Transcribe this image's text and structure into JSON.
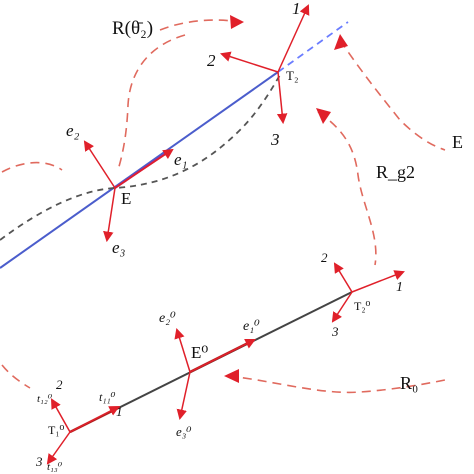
{
  "labels": {
    "r_theta2": "R(θ̄₂)",
    "t2_axis1": "1",
    "t2_axis2": "2",
    "t2_axis3": "3",
    "T2": "T₂",
    "E_right": "E",
    "Rg2": "R_g2",
    "e1": "e₁",
    "e2": "e₂",
    "e3": "e₃",
    "E": "E",
    "t20_axis1": "1",
    "t20_axis2": "2",
    "t20_axis3": "3",
    "T2_0": "T₂⁰",
    "e1_0": "e₁⁰",
    "e2_0": "e₂⁰",
    "e3_0": "e₃⁰",
    "E_0": "E⁰",
    "R0": "R₀",
    "t11_0": "t₁₁⁰",
    "t1_axis1": "1",
    "t1_axis2": "2",
    "t12_0": "t₁₂⁰",
    "T1_0": "T₁⁰",
    "t1_axis3": "3",
    "t13_0": "t₁₃⁰"
  },
  "colors": {
    "frame_arrow": "#e0202a",
    "rotation_curve": "#e06a5e",
    "deformed_axis": "#4b5dcc",
    "deformed_curve": "#555555",
    "reference_axis": "#444444"
  }
}
